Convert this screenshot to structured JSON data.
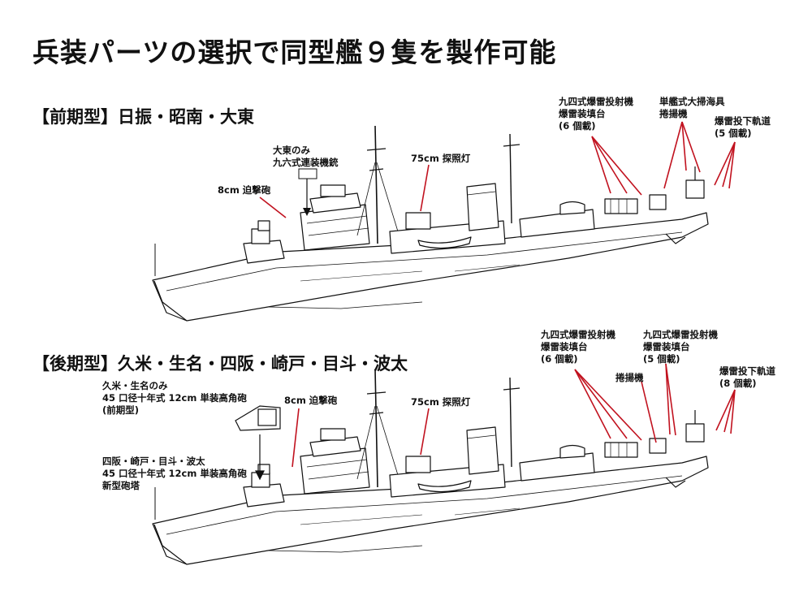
{
  "title": "兵装パーツの選択で同型艦９隻を製作可能",
  "top": {
    "heading": "【前期型】日振・昭南・大東",
    "labels": {
      "mg_line1": "大東のみ",
      "mg_line2": "九六式連装機銃",
      "mortar": "8cm 迫撃砲",
      "searchlight": "75cm 探照灯",
      "dc_thrower_1": "九四式爆雷投射機",
      "dc_thrower_2": "爆雷装填台",
      "dc_thrower_3": "(6 個載)",
      "sweep_1": "単艦式大掃海具",
      "sweep_2": "捲揚機",
      "rail_1": "爆雷投下軌道",
      "rail_2": "(5 個載)"
    }
  },
  "bottom": {
    "heading": "【後期型】久米・生名・四阪・崎戸・目斗・波太",
    "labels": {
      "gun_a_1": "久米・生名のみ",
      "gun_a_2": "45 口径十年式 12cm 単装高角砲",
      "gun_a_3": "(前期型)",
      "gun_b_1": "四阪・崎戸・目斗・波太",
      "gun_b_2": "45 口径十年式 12cm 単装高角砲",
      "gun_b_3": "新型砲塔",
      "mortar": "8cm 迫撃砲",
      "searchlight": "75cm 探照灯",
      "dc1_1": "九四式爆雷投射機",
      "dc1_2": "爆雷装填台",
      "dc1_3": "(6 個載)",
      "dc2_1": "九四式爆雷投射機",
      "dc2_2": "爆雷装填台",
      "dc2_3": "(5 個載)",
      "winch": "捲揚機",
      "rail_1": "爆雷投下軌道",
      "rail_2": "(8 個載)"
    }
  },
  "colors": {
    "leader": "#c1121f",
    "ink": "#111111",
    "hull_fill": "#ffffff"
  }
}
